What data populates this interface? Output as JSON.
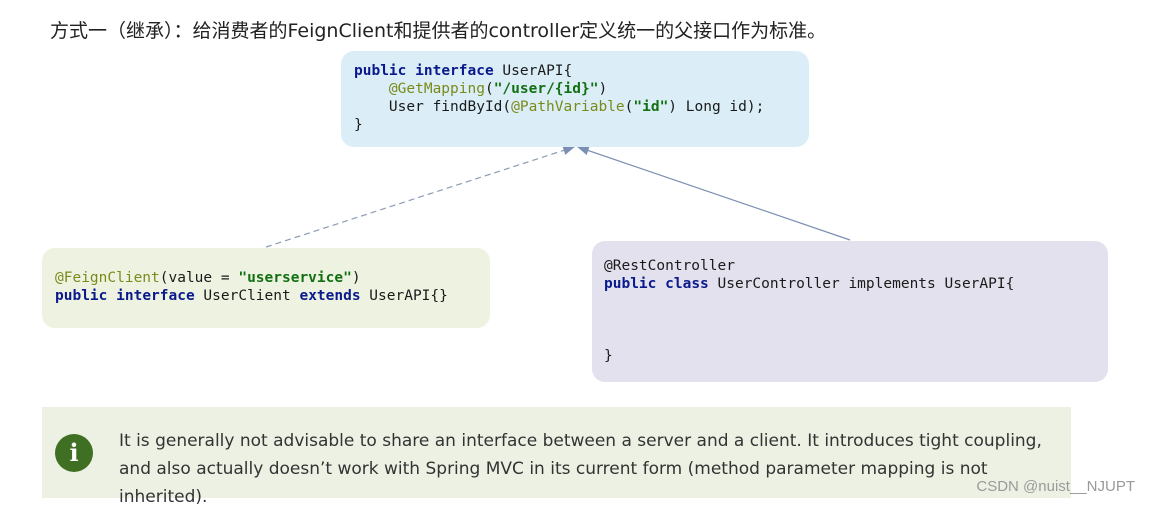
{
  "heading": "方式一（继承）：给消费者的FeignClient和提供者的controller定义统一的父接口作为标准。",
  "parent_interface": {
    "line1": {
      "kw1": "public",
      "kw2": "interface",
      "name": " UserAPI{"
    },
    "line2": {
      "annotation": "@GetMapping",
      "open": "(",
      "value": "\"/user/{id}\"",
      "close": ")"
    },
    "line3": {
      "pre": "User findById(",
      "annotation": "@PathVariable",
      "open": "(",
      "value": "\"id\"",
      "post": ") Long id);"
    },
    "line4": "}"
  },
  "feign_client": {
    "line1": {
      "annotation": "@FeignClient",
      "pre": "(value = ",
      "value": "\"userservice\"",
      "post": ")"
    },
    "line2": {
      "kw1": "public",
      "kw2": "interface",
      "name": " UserClient ",
      "kw3": "extends",
      "post": " UserAPI{}"
    }
  },
  "controller": {
    "line1": "@RestController",
    "line2": {
      "kw1": "public",
      "kw2": "class",
      "post": " UserController implements UserAPI{"
    },
    "line3": "}"
  },
  "note": {
    "icon": "info-icon",
    "text": "It is generally not advisable to share an interface between a server and a client. It introduces tight coupling, and also actually doesn’t work with Spring MVC in its current form (method parameter mapping is not inherited)."
  },
  "watermark": "CSDN @nuist__NJUPT",
  "colors": {
    "parent_bg": "#dbeef7",
    "feign_bg": "#eef3e1",
    "controller_bg": "#e3e1ee",
    "note_bg": "#edf1e4",
    "arrow": "#7a8fb3"
  }
}
